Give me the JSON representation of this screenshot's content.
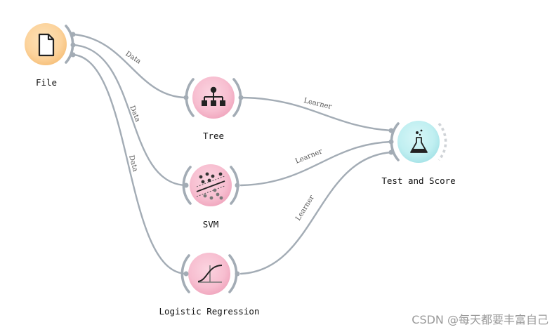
{
  "widgets": {
    "file": {
      "label": "File",
      "icon": "file-icon",
      "color": "#fbd49b"
    },
    "tree": {
      "label": "Tree",
      "icon": "tree-icon",
      "color": "#f8bfd0"
    },
    "svm": {
      "label": "SVM",
      "icon": "svm-icon",
      "color": "#f8bfd0"
    },
    "logistic_regression": {
      "label": "Logistic Regression",
      "icon": "logistic-regression-icon",
      "color": "#f8bfd0"
    },
    "test_and_score": {
      "label": "Test and Score",
      "icon": "flask-icon",
      "color": "#bfeef0"
    }
  },
  "links": {
    "file_tree": "Data",
    "file_svm": "Data",
    "file_logreg": "Data",
    "tree_test": "Learner",
    "svm_test": "Learner",
    "logreg_test": "Learner"
  },
  "watermark": "CSDN @每天都要丰富自己"
}
